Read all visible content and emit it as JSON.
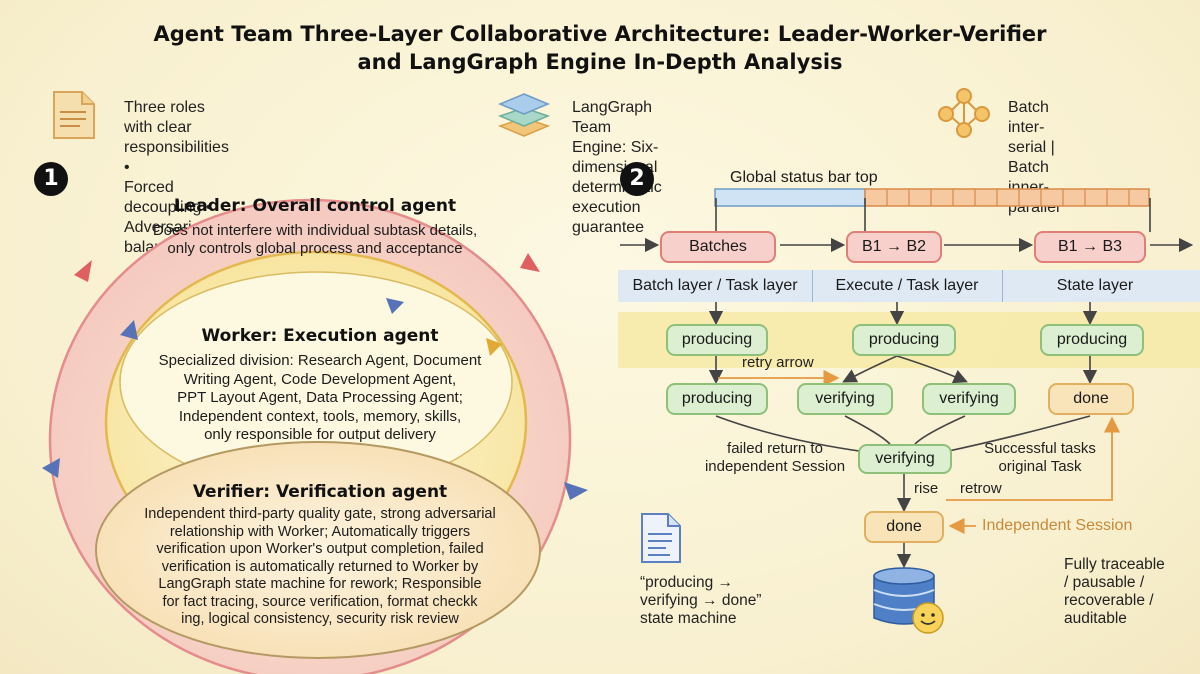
{
  "title": {
    "line1": "Agent Team Three-Layer Collaborative Architecture: Leader-Worker-Verifier",
    "line2": "and LangGraph Engine In-Depth Analysis"
  },
  "features": [
    {
      "icon": "document-icon",
      "line1": "Three roles with clear responsibilities •",
      "line2": "Forced decoupling • Adversarial balance"
    },
    {
      "icon": "layers-icon",
      "line1": "LangGraph Team Engine: Six-dimensional",
      "line2": "deterministic execution guarantee"
    },
    {
      "icon": "network-icon",
      "line1": "Batch inter-serial |",
      "line2": "Batch inner-parallel"
    }
  ],
  "section1": {
    "badge": "1",
    "leader": {
      "title": "Leader: Overall control agent",
      "desc": [
        "Does not interfere with individual subtask details,",
        "only controls global process and acceptance"
      ]
    },
    "worker": {
      "title": "Worker: Execution agent",
      "desc": [
        "Specialized division: Research Agent, Document",
        "Writing Agent, Code Development Agent,",
        "PPT Layout Agent, Data Processing Agent;",
        "Independent context, tools, memory, skills,",
        "only responsible for output delivery"
      ]
    },
    "verifier": {
      "title": "Verifier: Verification agent",
      "desc": [
        "Independent third-party quality gate, strong adversarial",
        "relationship with Worker; Automatically triggers",
        "verification upon Worker's output completion, failed",
        "verification is automatically returned to Worker by",
        "LangGraph state machine for rework; Responsible",
        "for fact tracing, source verification, format checkk",
        "ing, logical consistency, security risk review"
      ]
    }
  },
  "section2": {
    "badge": "2",
    "status_bar_label": "Global status bar top",
    "batch_nodes": [
      "Batches",
      "B1 → B2",
      "B1 → B3"
    ],
    "layers": [
      "Batch layer / Task layer",
      "Execute / Task layer",
      "State layer"
    ],
    "row1": [
      "producing",
      "producing",
      "producing"
    ],
    "retry_label": "retry arrow",
    "row2": [
      "producing",
      "verifying",
      "verifying",
      "done"
    ],
    "failed_label": [
      "failed return to",
      "independent Session"
    ],
    "success_label": [
      "Successful tasks",
      "original Task"
    ],
    "center_verifying": "verifying",
    "rise_label": "rise",
    "retrow_label": "retrow",
    "done_node": "done",
    "independent_session": "Independent Session",
    "state_machine_label": [
      "“producing →",
      "verifying → done”",
      "state machine"
    ],
    "traceable_label": [
      "Fully traceable",
      "/ pausable /",
      "recoverable /",
      "auditable"
    ]
  },
  "colors": {
    "leader_ring": "#f4c9c4",
    "worker_ring": "#f8e7a8",
    "verifier_ring": "#f9e0b5",
    "node_red": "#f7cfcb",
    "node_green": "#dcefd0",
    "node_orange": "#f8e4b8",
    "status_blue": "#cfe3f5",
    "status_orange": "#f6c9a0"
  }
}
